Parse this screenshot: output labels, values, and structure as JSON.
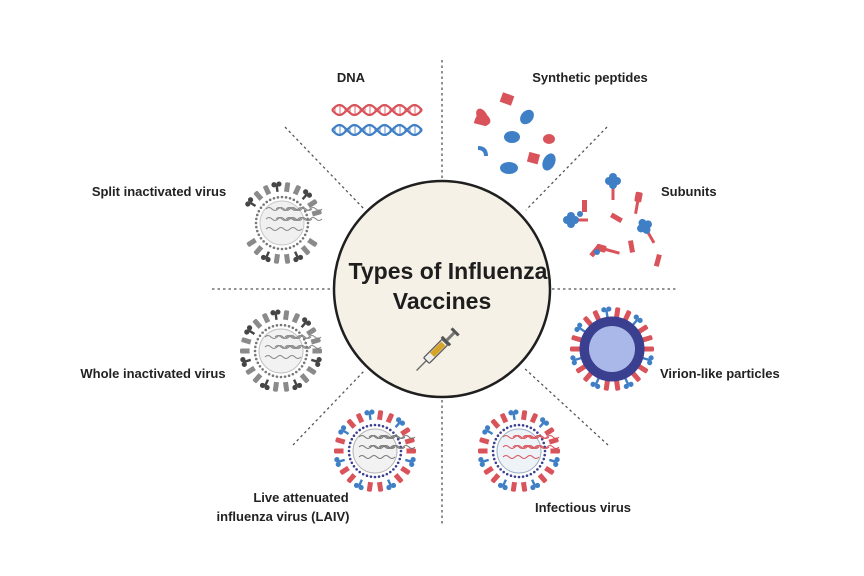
{
  "title": {
    "line1": "Types of Influenza",
    "line2": "Vaccines"
  },
  "types": {
    "dna": "DNA",
    "synthetic_peptides": "Synthetic peptides",
    "subunits": "Subunits",
    "virion_like_particles": "Virion-like particles",
    "infectious_virus": "Infectious virus",
    "laiv_line1": "Live attenuated",
    "laiv_line2": "influenza virus (LAIV)",
    "whole_inactivated_virus": "Whole inactivated virus",
    "split_inactivated_virus": "Split inactivated virus"
  },
  "colors": {
    "circle_fill": "#f6f1e7",
    "circle_stroke": "#1f1f1f",
    "red": "#d9535b",
    "blue": "#3f7fc5",
    "gray": "#8a8a8a",
    "dark_gray": "#454545",
    "navy": "#3b3f8f",
    "vlp_fill": "#a9b8e8",
    "syringe_fluid": "#d7a42a"
  },
  "icons": {
    "center": "syringe-icon",
    "dna": "dna-double-helix-icon",
    "synthetic_peptides": "peptide-fragments-icon",
    "subunits": "protein-subunits-icon",
    "virion_like_particles": "virus-like-particle-icon",
    "infectious_virus": "infectious-virus-icon",
    "laiv": "attenuated-virus-icon",
    "whole_inactivated_virus": "inactivated-virus-icon",
    "split_inactivated_virus": "split-virus-icon"
  }
}
